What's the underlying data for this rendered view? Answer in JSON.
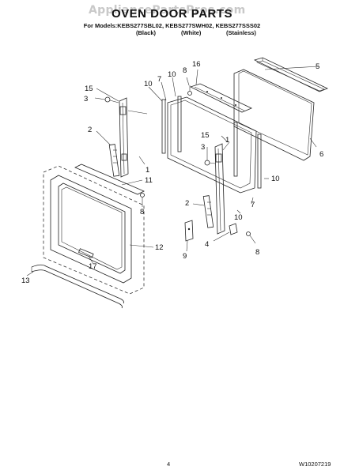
{
  "header": {
    "watermark": "AppliancePartsPros.com",
    "title": "OVEN DOOR PARTS",
    "models_line": "For Models:KEBS277SBL02, KEBS277SWH02, KEBS277SSS02",
    "variant_black": "(Black)",
    "variant_white": "(White)",
    "variant_stainless": "(Stainless)"
  },
  "callouts": [
    "1",
    "1",
    "2",
    "2",
    "3",
    "3",
    "4",
    "5",
    "6",
    "7",
    "7",
    "8",
    "8",
    "8",
    "9",
    "10",
    "10",
    "10",
    "10",
    "11",
    "12",
    "13",
    "15",
    "15",
    "16",
    "17"
  ],
  "footer": {
    "page_number": "4",
    "document_number": "W10207219"
  }
}
